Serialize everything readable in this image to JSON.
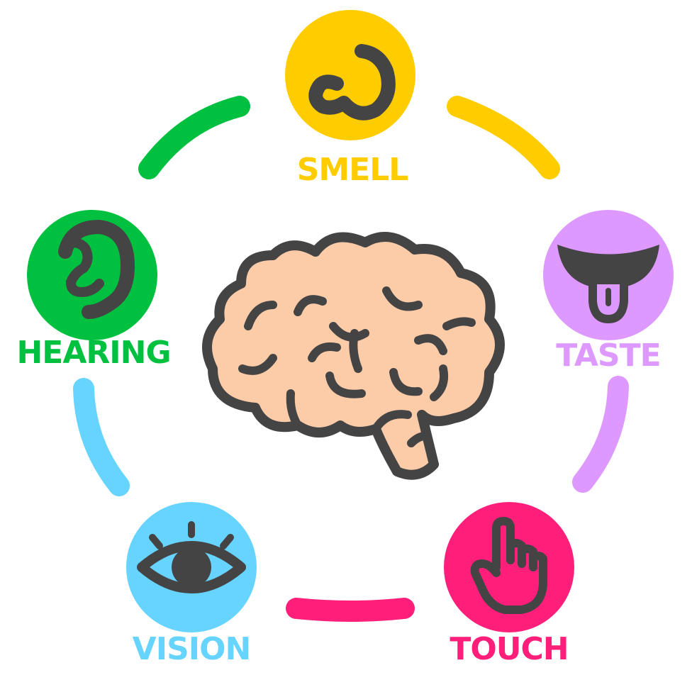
{
  "senses": [
    {
      "label": "SMELL",
      "icon": "nose-icon",
      "color": "#FFCC00"
    },
    {
      "label": "TASTE",
      "icon": "tongue-icon",
      "color": "#DD99FF"
    },
    {
      "label": "TOUCH",
      "icon": "hand-icon",
      "color": "#FF1F7A"
    },
    {
      "label": "VISION",
      "icon": "eye-icon",
      "color": "#66D4FF"
    },
    {
      "label": "HEARING",
      "icon": "ear-icon",
      "color": "#00C040"
    }
  ],
  "center": {
    "icon": "brain-icon",
    "fill": "#FCCBA8",
    "stroke": "#444444"
  },
  "icon_stroke": "#444444"
}
